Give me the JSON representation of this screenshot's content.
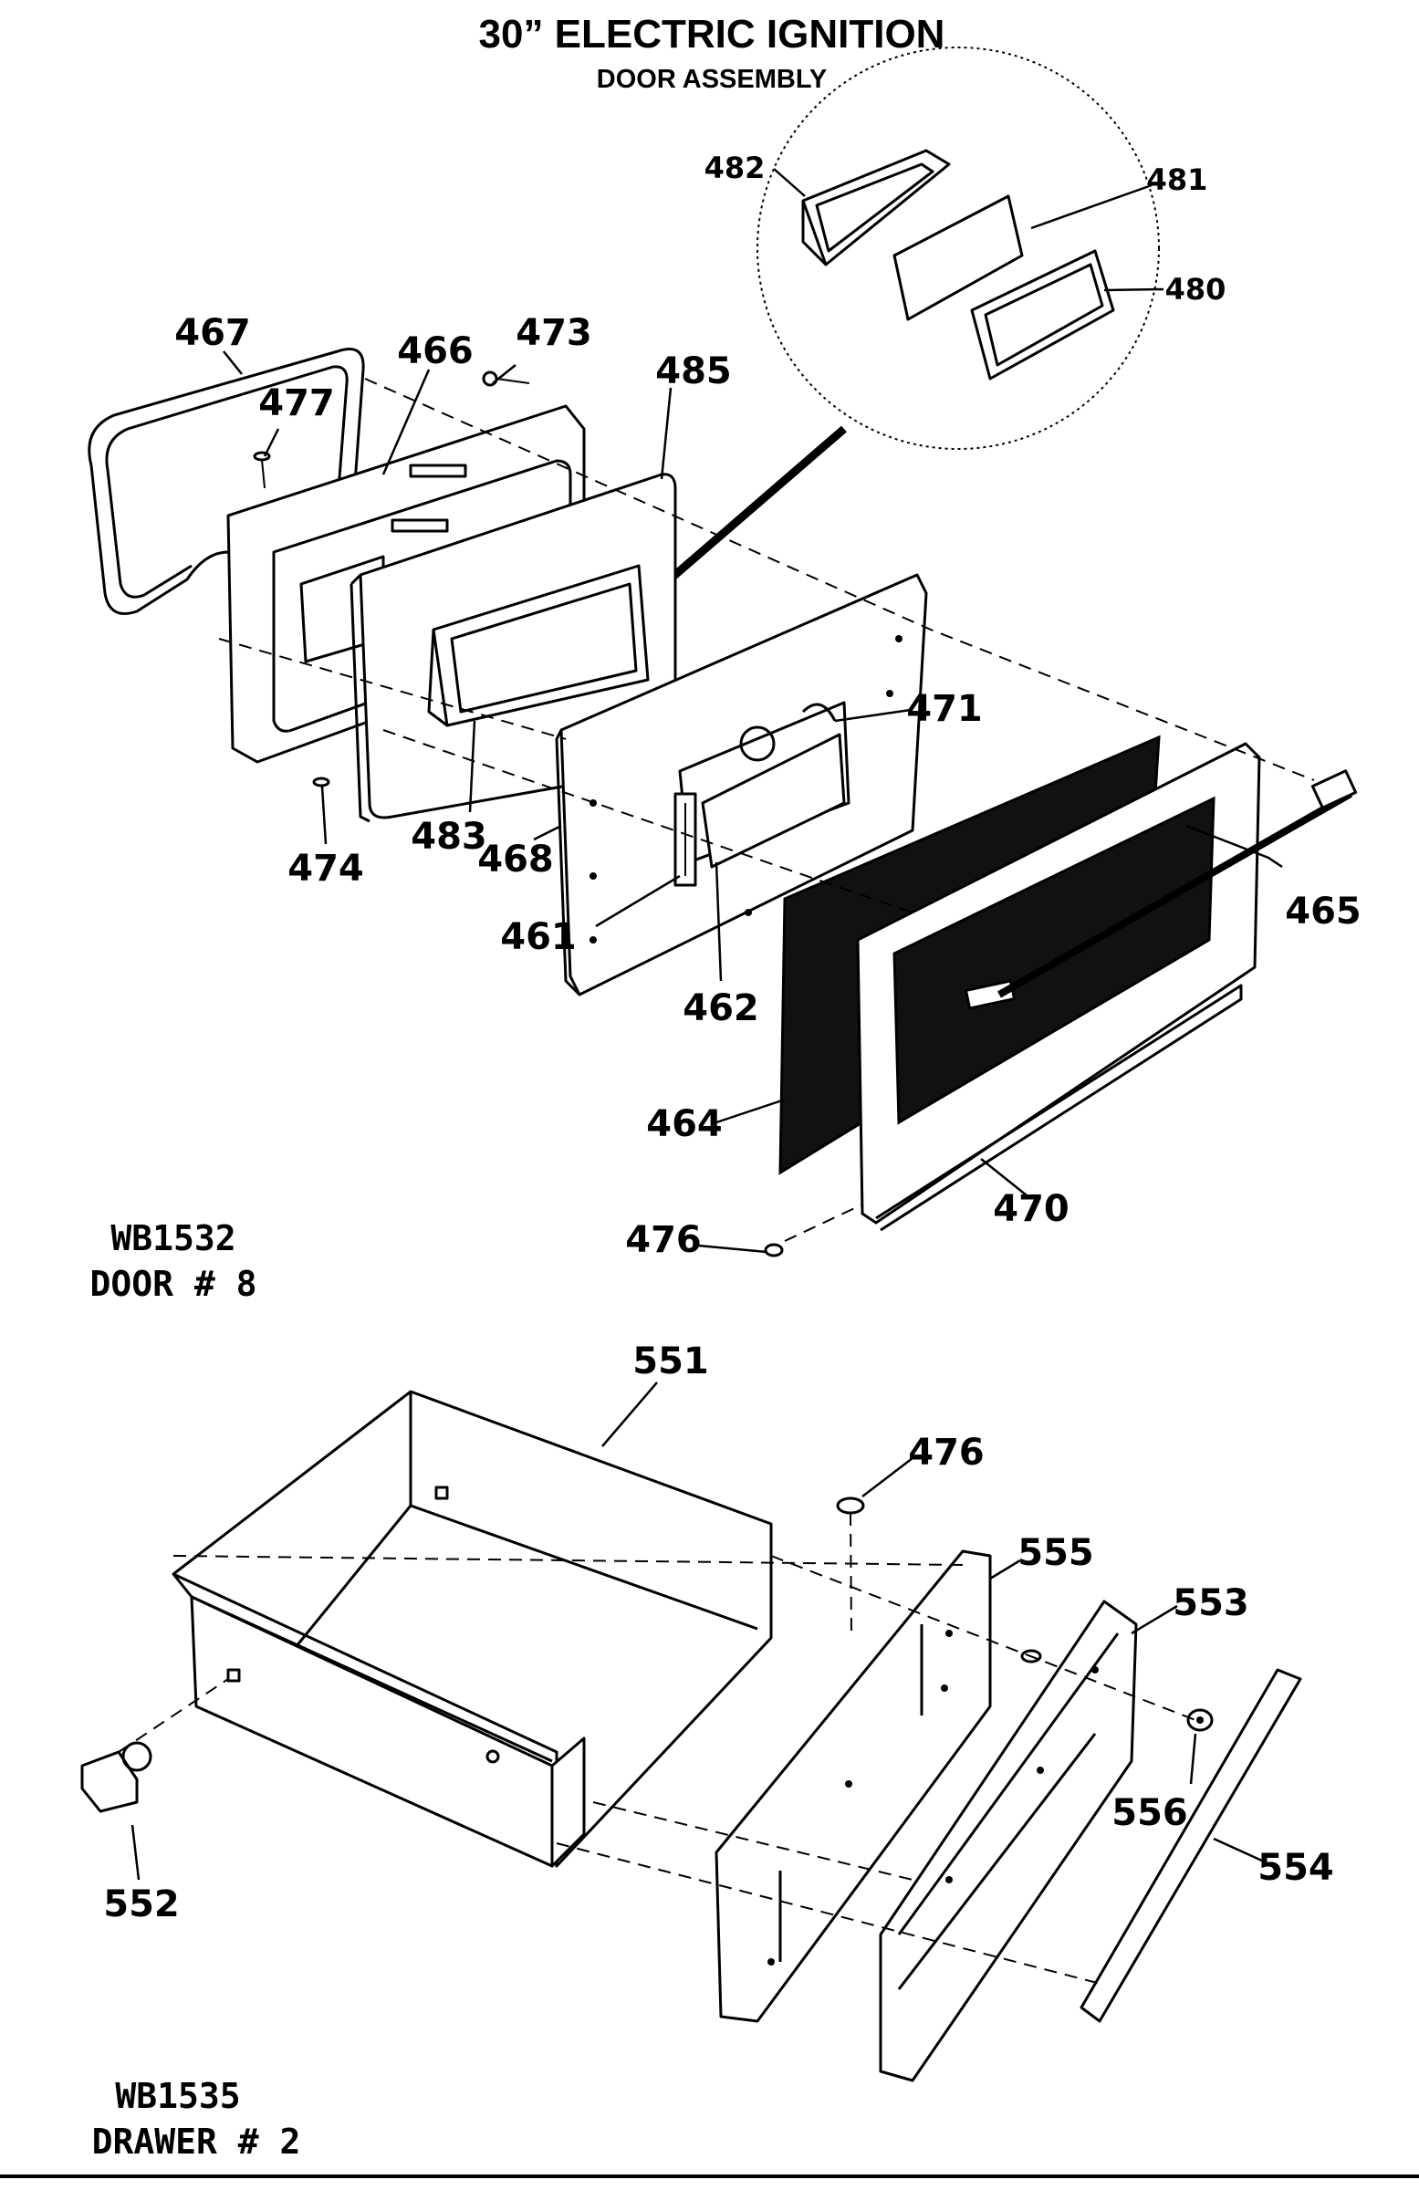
{
  "header": {
    "title_top": "30” ELECTRIC IGNITION",
    "subtitle": "DOOR ASSEMBLY"
  },
  "door_assembly": {
    "model": "WB1532",
    "name": "DOOR # 8",
    "parts": {
      "p461": "461",
      "p462": "462",
      "p464": "464",
      "p465": "465",
      "p466": "466",
      "p467": "467",
      "p468": "468",
      "p470": "470",
      "p471": "471",
      "p473": "473",
      "p474": "474",
      "p476": "476",
      "p477": "477",
      "p480": "480",
      "p481": "481",
      "p482": "482",
      "p483": "483",
      "p485": "485"
    }
  },
  "drawer_assembly": {
    "model": "WB1535",
    "name": "DRAWER # 2",
    "parts": {
      "p476": "476",
      "p551": "551",
      "p552": "552",
      "p553": "553",
      "p554": "554",
      "p555": "555",
      "p556": "556"
    }
  }
}
